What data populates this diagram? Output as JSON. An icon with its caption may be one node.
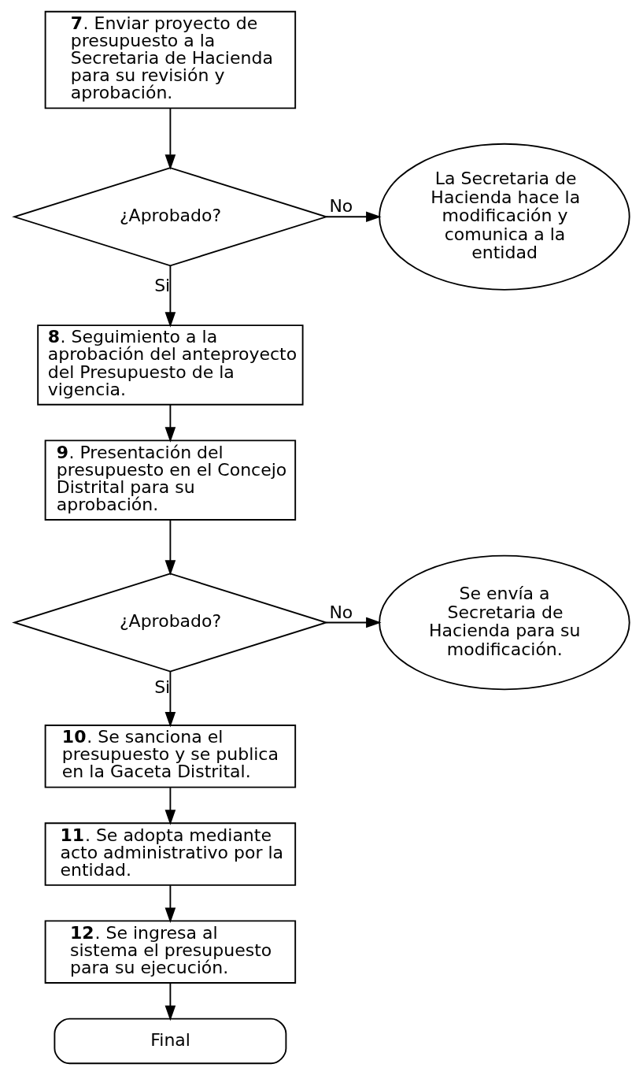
{
  "diagram": {
    "nodes": [
      {
        "text": [
          "**7**. Enviar proyecto de presupuesto a la Secretaria de Hacienda para su revisión y aprobación."
        ]
      },
      {
        "text": [
          "¿Aprobado?"
        ]
      },
      {
        "text": [
          "La Secretaria de Hacienda hace la modificación y comunica a la entidad"
        ]
      },
      {
        "text": [
          "**8**. Seguimiento a la aprobación del anteproyecto del Presupuesto de la vigencia."
        ]
      },
      {
        "text": [
          "**9**. Presentación del presupuesto en el Concejo Distrital para su aprobación."
        ]
      },
      {
        "text": [
          "¿Aprobado?"
        ]
      },
      {
        "text": [
          "Se envía a Secretaria de Hacienda para su modificación."
        ]
      },
      {
        "text": [
          "**10**. Se sanciona el presupuesto y se publica en la Gaceta Distrital."
        ]
      },
      {
        "text": [
          "**11**. Se adopta mediante acto administrativo por la entidad."
        ]
      },
      {
        "text": [
          "**12**. Se ingresa al sistema el presupuesto para su ejecución."
        ]
      },
      {
        "text": [
          "Final"
        ]
      }
    ],
    "edges": [
      {
        "from": 0,
        "to": 1,
        "arrow": "to"
      },
      {
        "from": 1,
        "to": 2,
        "arrow": "to",
        "label": "No"
      },
      {
        "from": 1,
        "to": 3,
        "arrow": "to",
        "label": "Si"
      },
      {
        "from": 3,
        "to": 4,
        "arrow": "to"
      },
      {
        "from": 4,
        "to": 5,
        "arrow": "to"
      },
      {
        "from": 5,
        "to": 6,
        "arrow": "to",
        "label": "No"
      },
      {
        "from": 5,
        "to": 7,
        "arrow": "to",
        "label": "Si"
      },
      {
        "from": 7,
        "to": 8,
        "arrow": "to"
      },
      {
        "from": 8,
        "to": 9,
        "arrow": "to"
      },
      {
        "from": 9,
        "to": 10,
        "arrow": "to"
      }
    ]
  }
}
